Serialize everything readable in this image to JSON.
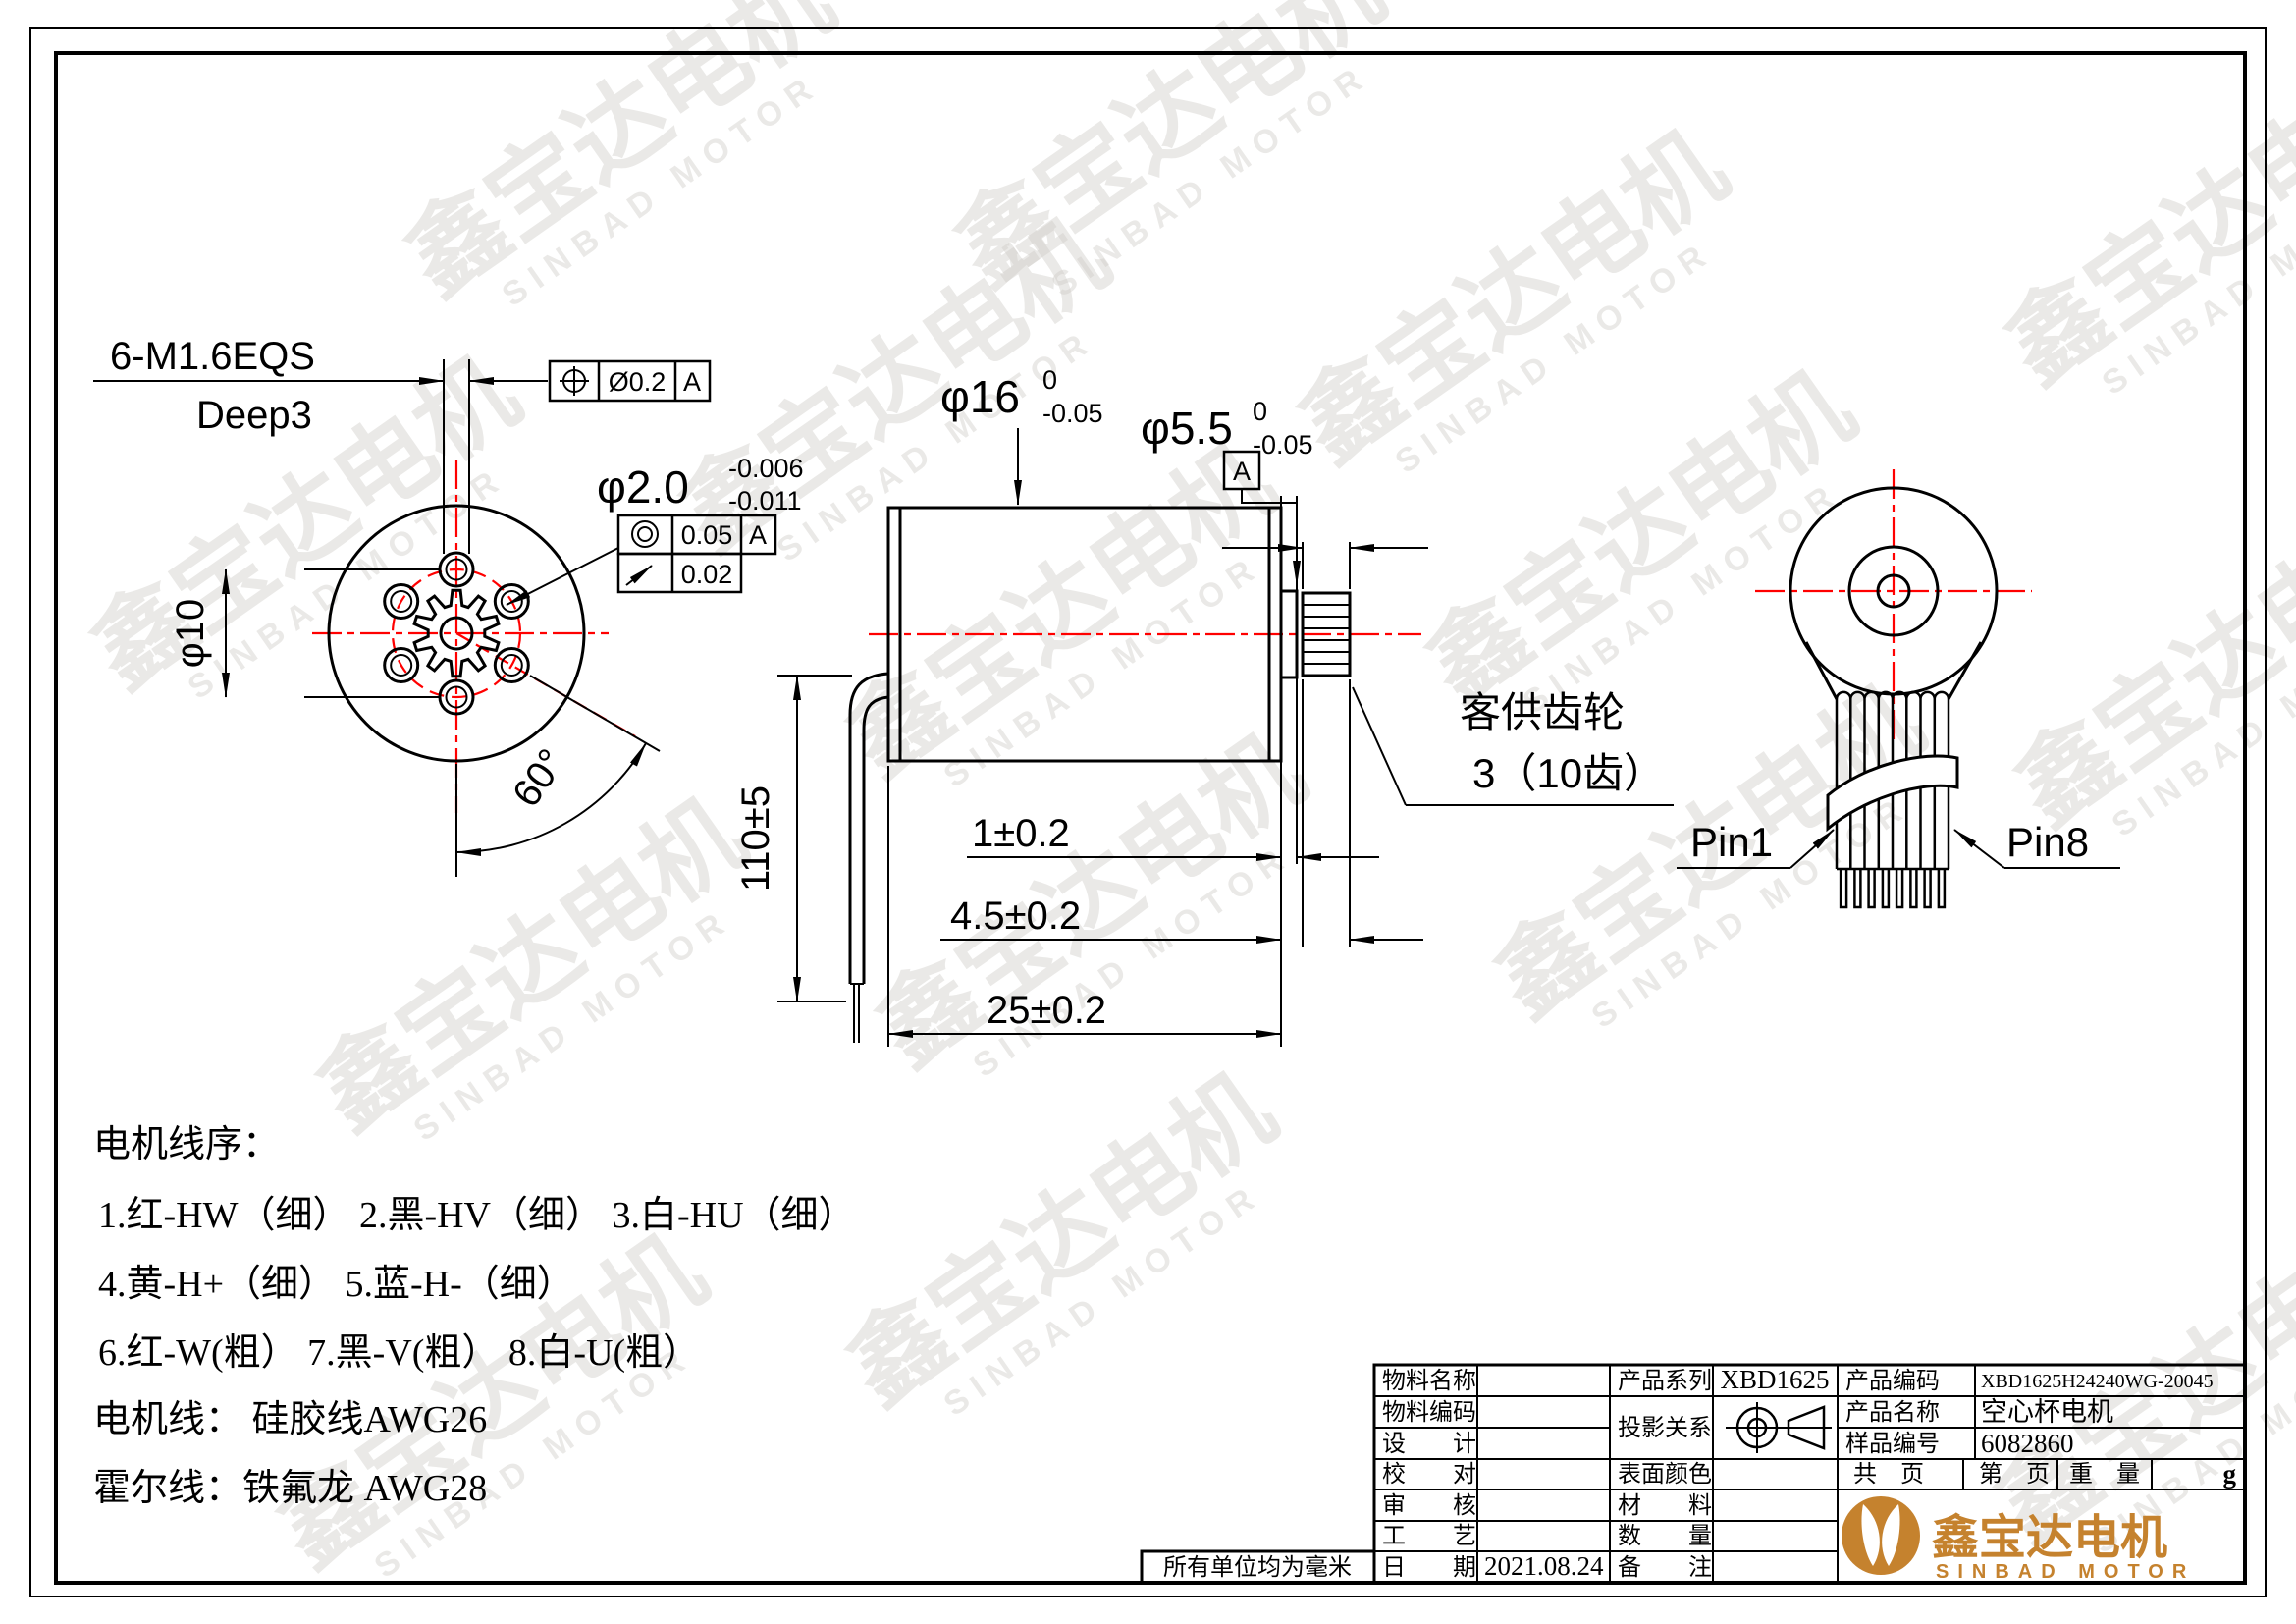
{
  "drawing": {
    "watermark": {
      "cn": "鑫宝达电机",
      "en": "SINBAD MOTOR"
    },
    "units_note": "所有单位均为毫米",
    "front_view": {
      "thread_note": "6-M1.6EQS",
      "thread_depth": "Deep3",
      "position_tolerance": {
        "value": "Ø0.2",
        "datum": "A"
      },
      "bolt_circle_dia": "φ10",
      "hole_angle": "60°",
      "shaft_dia": {
        "main": "φ2.0",
        "sup": "-0.006",
        "sub": "-0.011"
      },
      "concentricity": {
        "value": "0.05",
        "datum": "A"
      },
      "runout": {
        "value": "0.02"
      }
    },
    "side_view": {
      "body_dia": {
        "main": "φ16",
        "sup": "0",
        "sub": "-0.05"
      },
      "boss_dia": {
        "main": "φ5.5",
        "sup": "0",
        "sub": "-0.05"
      },
      "datum_label": "A",
      "gear_note_line1": "客供齿轮",
      "gear_note_line2": "3（10齿）",
      "dim_boss": "1±0.2",
      "dim_shaft": "4.5±0.2",
      "dim_body": "25±0.2",
      "dim_wire": "110±5"
    },
    "rear_view": {
      "pin1": "Pin1",
      "pin8": "Pin8"
    },
    "wiring_notes": {
      "title": "电机线序：",
      "line1": "1.红-HW（细）  2.黑-HV（细）  3.白-HU（细）",
      "line2": "4.黄-H+（细）  5.蓝-H-（细）",
      "line3": "6.红-W(粗）  7.黑-V(粗）  8.白-U(粗）",
      "line4": "电机线：  硅胶线AWG26",
      "line5": "霍尔线：铁氟龙 AWG28"
    }
  },
  "title_block": {
    "rows_left": [
      {
        "label": "物料名称",
        "value": ""
      },
      {
        "label": "物料编码",
        "value": ""
      },
      {
        "label": "设　　计",
        "value": ""
      },
      {
        "label": "校　　对",
        "value": ""
      },
      {
        "label": "审　　核",
        "value": ""
      },
      {
        "label": "工　　艺",
        "value": ""
      },
      {
        "label": "日　　期",
        "value": "2021.08.24"
      }
    ],
    "product_series_label": "产品系列",
    "product_series": "XBD1625",
    "projection_label": "投影关系",
    "surface_color_label": "表面颜色",
    "material_label": "材　　料",
    "quantity_label": "数　　量",
    "remark_label": "备　　注",
    "product_code_label": "产品编码",
    "product_code": "XBD1625H24240WG-20045",
    "product_name_label": "产品名称",
    "product_name": "空心杯电机",
    "sample_no_label": "样品编号",
    "sample_no": "6082860",
    "pages_label": "共　页",
    "page_label": "第　页",
    "weight_label": "重　量",
    "weight_unit": "g",
    "logo_cn": "鑫宝达电机",
    "logo_en": "SINBAD MOTOR"
  },
  "colors": {
    "line": "#000000",
    "centerline": "#ff0000",
    "logo": "#c5822e",
    "watermark": "#cfccc7"
  }
}
